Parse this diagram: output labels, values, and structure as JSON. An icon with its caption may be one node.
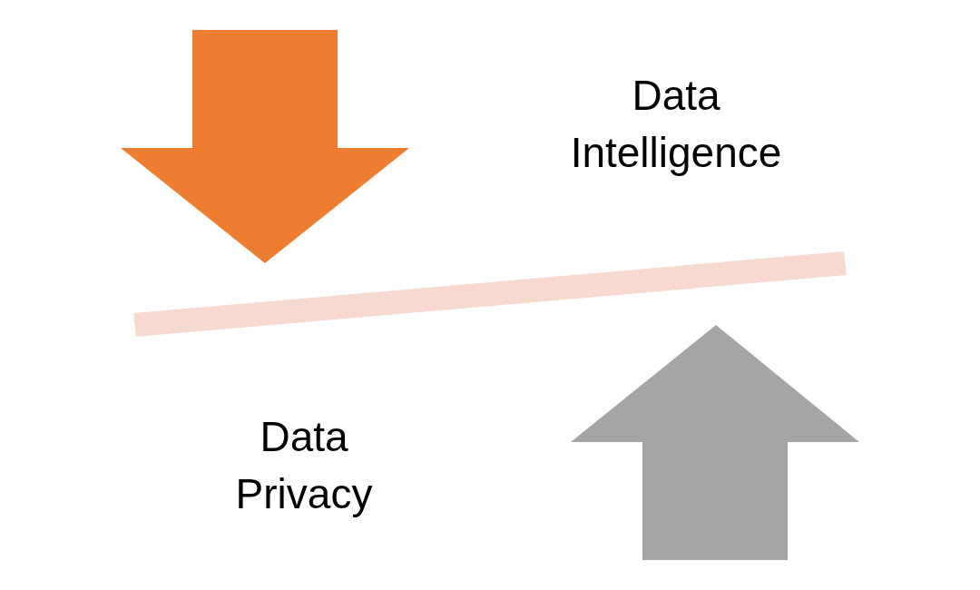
{
  "diagram": {
    "nodes": [
      {
        "text": [],
        "shape": "bar"
      }
    ],
    "labels": [
      "Data Intelligence",
      "Data Privacy"
    ]
  }
}
